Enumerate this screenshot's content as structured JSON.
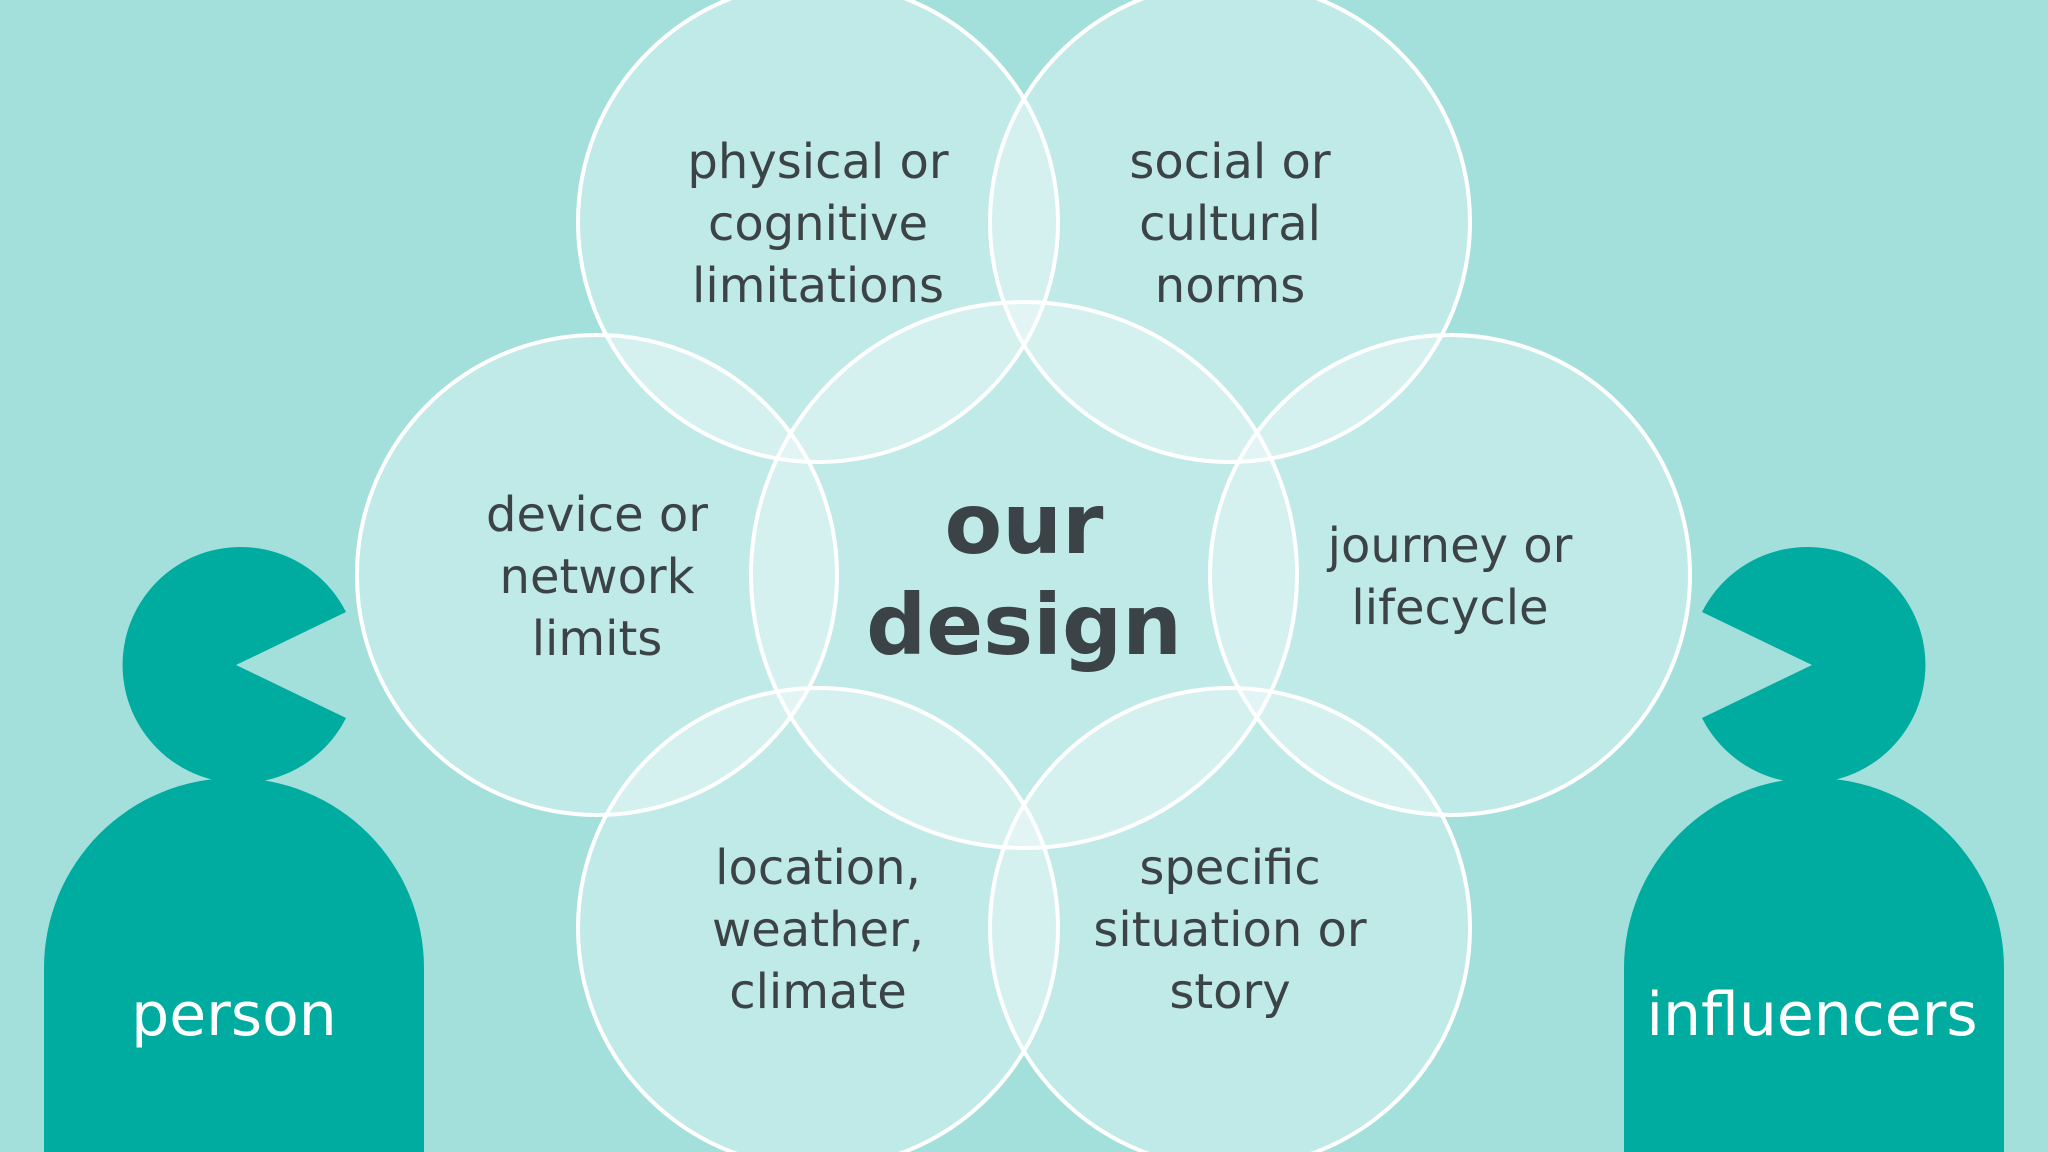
{
  "colors": {
    "background": "#a3e0dc",
    "circle_fill": "#ffffff",
    "circle_stroke": "#ffffff",
    "figure": "#00aca0",
    "label_text": "#3b4346",
    "figure_text": "#ffffff"
  },
  "center": {
    "line1": "our",
    "line2": "design"
  },
  "circles": {
    "physical": {
      "line1": "physical or",
      "line2": "cognitive",
      "line3": "limitations"
    },
    "social": {
      "line1": "social or",
      "line2": "cultural",
      "line3": "norms"
    },
    "device": {
      "line1": "device or",
      "line2": "network",
      "line3": "limits"
    },
    "journey": {
      "line1": "journey or",
      "line2": "lifecycle"
    },
    "location": {
      "line1": "location,",
      "line2": "weather,",
      "line3": "climate"
    },
    "situation": {
      "line1": "specific",
      "line2": "situation or",
      "line3": "story"
    }
  },
  "figures": {
    "left_label": "person",
    "right_label": "influencers"
  }
}
